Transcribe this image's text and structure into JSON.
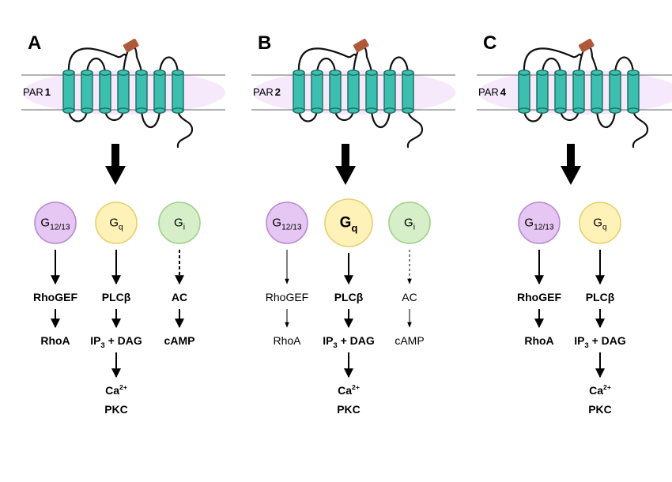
{
  "colors": {
    "helix_fill": "#3cbfae",
    "helix_stroke": "#1d6b62",
    "ligand": "#b0583a",
    "membrane": "#f5e9fb",
    "g1213_fill": "#e6c6f2",
    "g1213_stroke": "#b98ad0",
    "gq_fill": "#fff2b8",
    "gq_stroke": "#e6cf70",
    "gi_fill": "#d7efc9",
    "gi_stroke": "#9fd08a"
  },
  "icons": {
    "receptor": "gpcr-seven-transmembrane-icon",
    "ligand": "tethered-ligand-icon",
    "arrow": "down-arrow-icon"
  },
  "panels": [
    {
      "id": "A",
      "letter": "A",
      "par_prefix": "PAR",
      "par_number": "1",
      "big_arrow": true,
      "g": [
        {
          "main": "G",
          "sub": "12/13",
          "kind": "g1213",
          "emph": false
        },
        {
          "main": "G",
          "sub": "q",
          "kind": "gq",
          "emph": false
        },
        {
          "main": "G",
          "sub": "i",
          "kind": "gi",
          "emph": false
        }
      ],
      "chains": [
        {
          "bold": true,
          "steps": [
            {
              "text": "RhoGEF",
              "arrow_in": "solid"
            },
            {
              "text": "RhoA",
              "arrow_in": "solid"
            }
          ]
        },
        {
          "bold": true,
          "steps": [
            {
              "text": "PLCβ",
              "arrow_in": "solid"
            },
            {
              "text": "IP3 + DAG",
              "arrow_in": "solid"
            },
            {
              "text": "Ca2+",
              "arrow_in": "solid"
            },
            {
              "text": "PKC",
              "arrow_in": "none"
            }
          ]
        },
        {
          "bold": true,
          "steps": [
            {
              "text": "AC",
              "arrow_in": "dashed"
            },
            {
              "text": "cAMP",
              "arrow_in": "solid"
            }
          ]
        }
      ]
    },
    {
      "id": "B",
      "letter": "B",
      "par_prefix": "PAR",
      "par_number": "2",
      "big_arrow": true,
      "g": [
        {
          "main": "G",
          "sub": "12/13",
          "kind": "g1213",
          "emph": false
        },
        {
          "main": "G",
          "sub": "q",
          "kind": "gq",
          "emph": true
        },
        {
          "main": "G",
          "sub": "i",
          "kind": "gi",
          "emph": false
        }
      ],
      "chains": [
        {
          "bold": false,
          "steps": [
            {
              "text": "RhoGEF",
              "arrow_in": "thin"
            },
            {
              "text": "RhoA",
              "arrow_in": "thin"
            }
          ]
        },
        {
          "bold": true,
          "steps": [
            {
              "text": "PLCβ",
              "arrow_in": "solid"
            },
            {
              "text": "IP3 + DAG",
              "arrow_in": "solid"
            },
            {
              "text": "Ca2+",
              "arrow_in": "solid"
            },
            {
              "text": "PKC",
              "arrow_in": "none"
            }
          ]
        },
        {
          "bold": false,
          "steps": [
            {
              "text": "AC",
              "arrow_in": "thin-dashed"
            },
            {
              "text": "cAMP",
              "arrow_in": "thin"
            }
          ]
        }
      ]
    },
    {
      "id": "C",
      "letter": "C",
      "par_prefix": "PAR",
      "par_number": "4",
      "big_arrow": true,
      "g": [
        {
          "main": "G",
          "sub": "12/13",
          "kind": "g1213",
          "emph": false
        },
        {
          "main": "G",
          "sub": "q",
          "kind": "gq",
          "emph": false
        }
      ],
      "chains": [
        {
          "bold": true,
          "steps": [
            {
              "text": "RhoGEF",
              "arrow_in": "solid"
            },
            {
              "text": "RhoA",
              "arrow_in": "solid"
            }
          ]
        },
        {
          "bold": true,
          "steps": [
            {
              "text": "PLCβ",
              "arrow_in": "solid"
            },
            {
              "text": "IP3 + DAG",
              "arrow_in": "solid"
            },
            {
              "text": "Ca2+",
              "arrow_in": "solid"
            },
            {
              "text": "PKC",
              "arrow_in": "none"
            }
          ]
        }
      ]
    }
  ]
}
